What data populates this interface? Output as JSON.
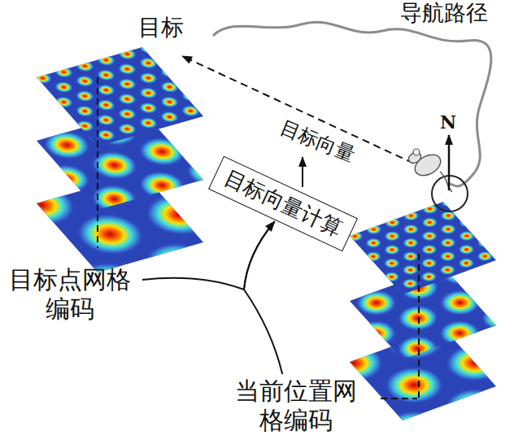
{
  "diagram": {
    "nodes": [
      {
        "text": [
          "目标点网格 编码"
        ]
      },
      {
        "text": [
          "目标向量计算"
        ]
      },
      {
        "text": [
          "当前位置网 格编码"
        ]
      }
    ],
    "edges": [
      {
        "from": 0,
        "to": 1,
        "arrow": "to"
      },
      {
        "from": 2,
        "to": 1,
        "arrow": "to"
      }
    ],
    "labels": [
      "目标",
      "导航路径",
      "目标向量",
      "N"
    ]
  }
}
